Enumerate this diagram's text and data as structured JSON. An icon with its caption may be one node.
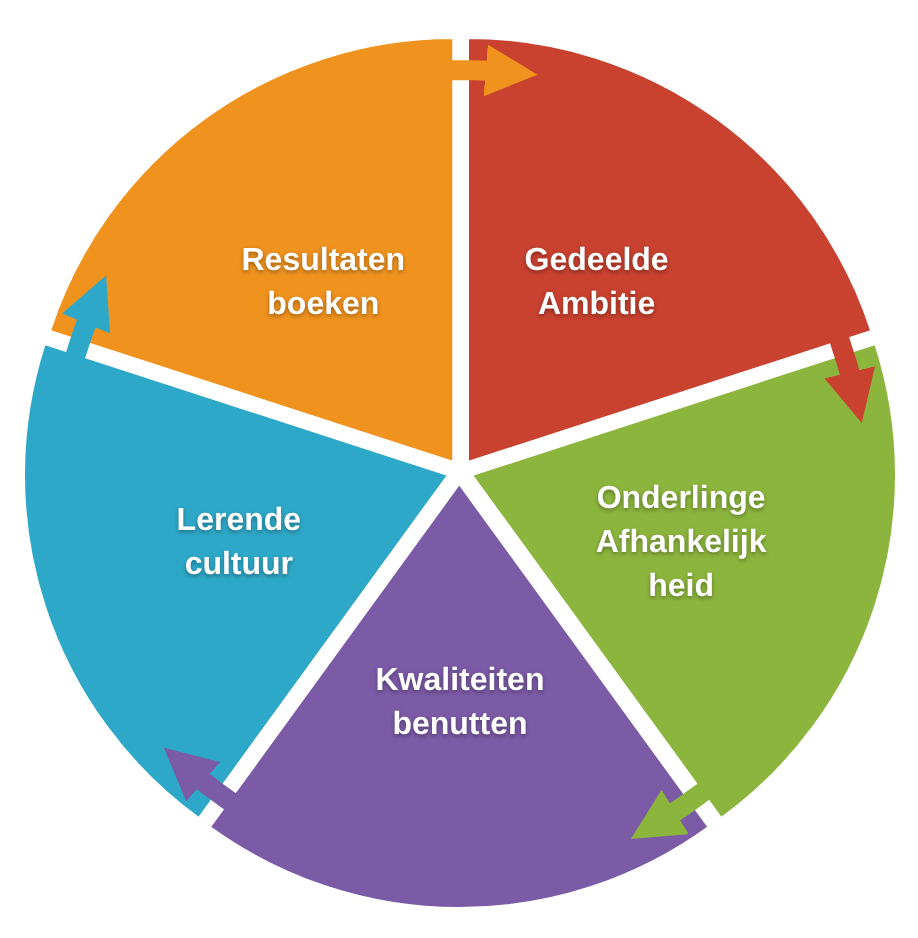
{
  "diagram": {
    "nodes": [
      {
        "text": [
          "Resultaten boeken"
        ]
      },
      {
        "text": [
          "Gedeelde Ambitie"
        ]
      },
      {
        "text": [
          "Onderlinge Afhankelijk heid"
        ]
      },
      {
        "text": [
          "Kwaliteiten benutten"
        ]
      },
      {
        "text": [
          "Lerende cultuur"
        ]
      }
    ],
    "edges": [
      {
        "from": 0,
        "to": 1,
        "arrow": "to",
        "color": "#f0921e"
      },
      {
        "from": 1,
        "to": 2,
        "arrow": "to",
        "color": "#c9412f"
      },
      {
        "from": 2,
        "to": 3,
        "arrow": "to",
        "color": "#8cb53d"
      },
      {
        "from": 3,
        "to": 4,
        "arrow": "to",
        "color": "#7b5aa6"
      },
      {
        "from": 4,
        "to": 0,
        "arrow": "to",
        "color": "#2ea8c8"
      }
    ]
  }
}
